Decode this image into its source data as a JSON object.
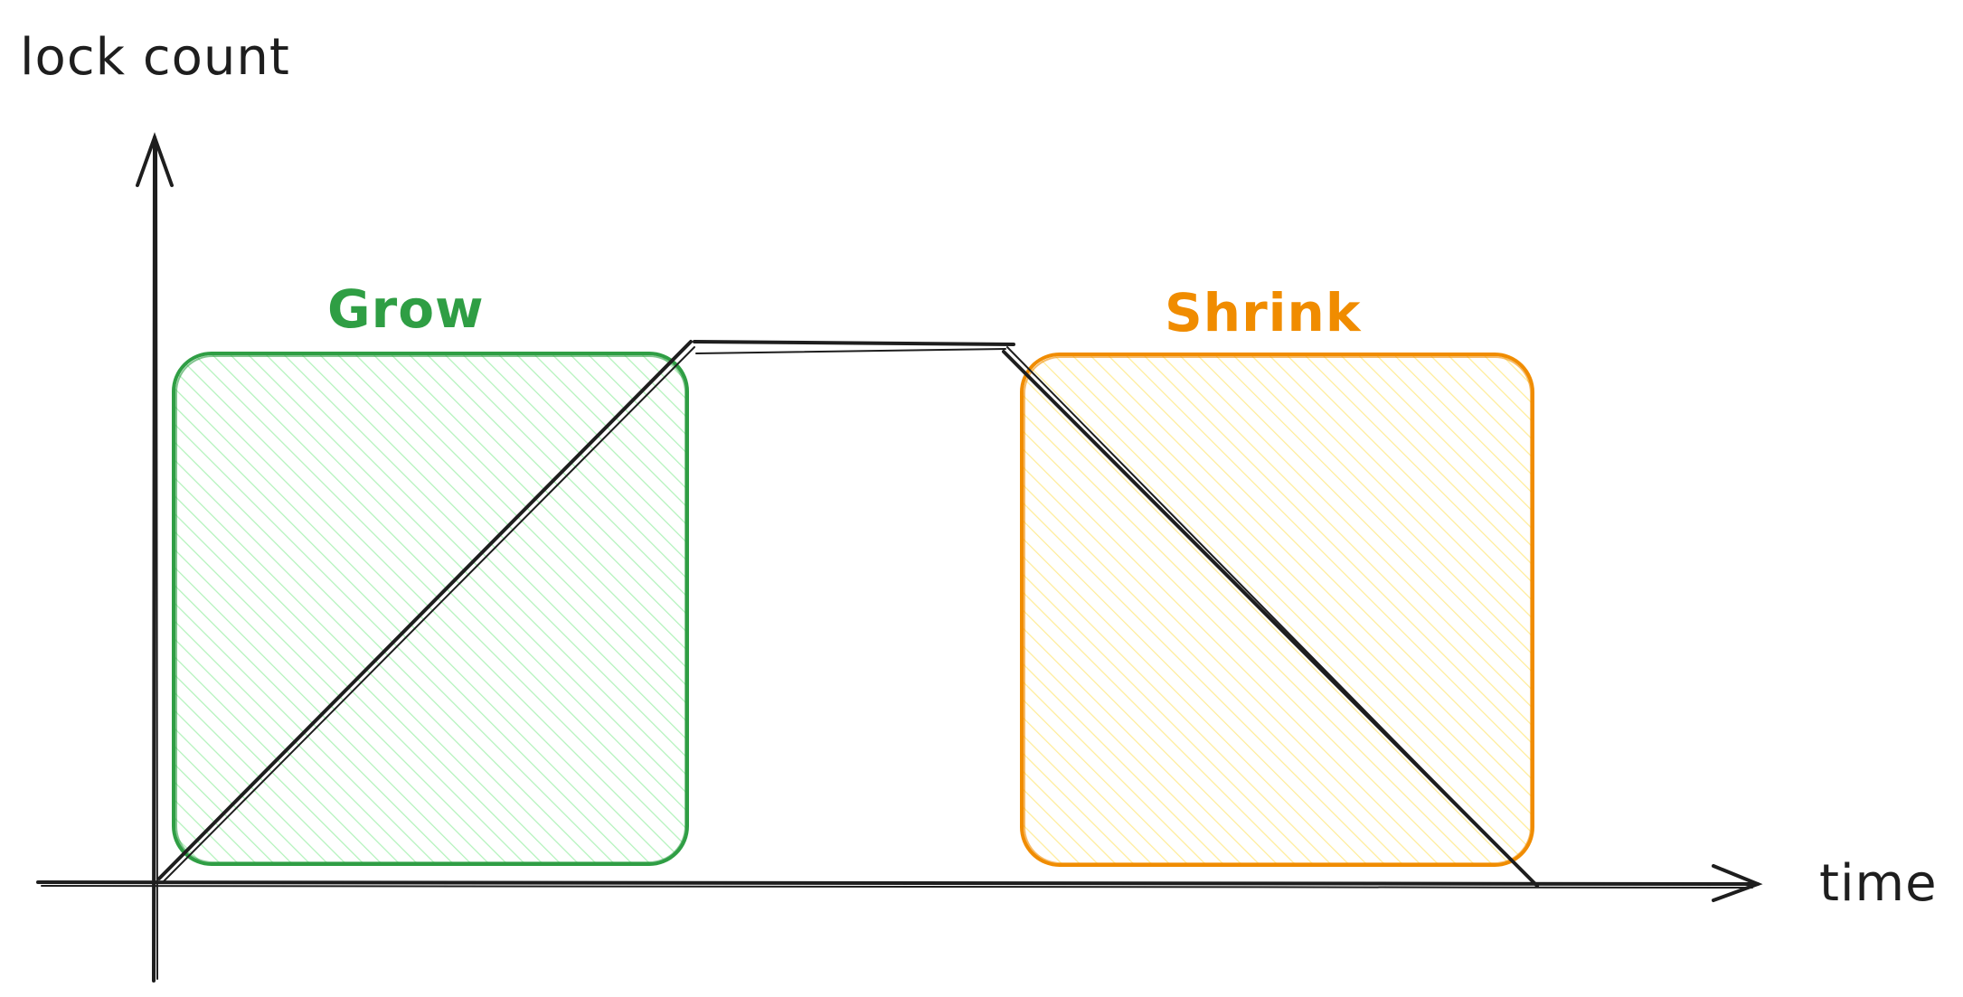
{
  "axes": {
    "y_label": "lock count",
    "x_label": "time"
  },
  "phases": {
    "grow": {
      "label": "Grow",
      "stroke_color": "#2f9e44",
      "fill_color": "#b2f2bb"
    },
    "shrink": {
      "label": "Shrink",
      "stroke_color": "#f08c00",
      "fill_color": "#ffec99"
    }
  },
  "colors": {
    "axis": "#1e1e1e",
    "curve": "#1e1e1e"
  }
}
